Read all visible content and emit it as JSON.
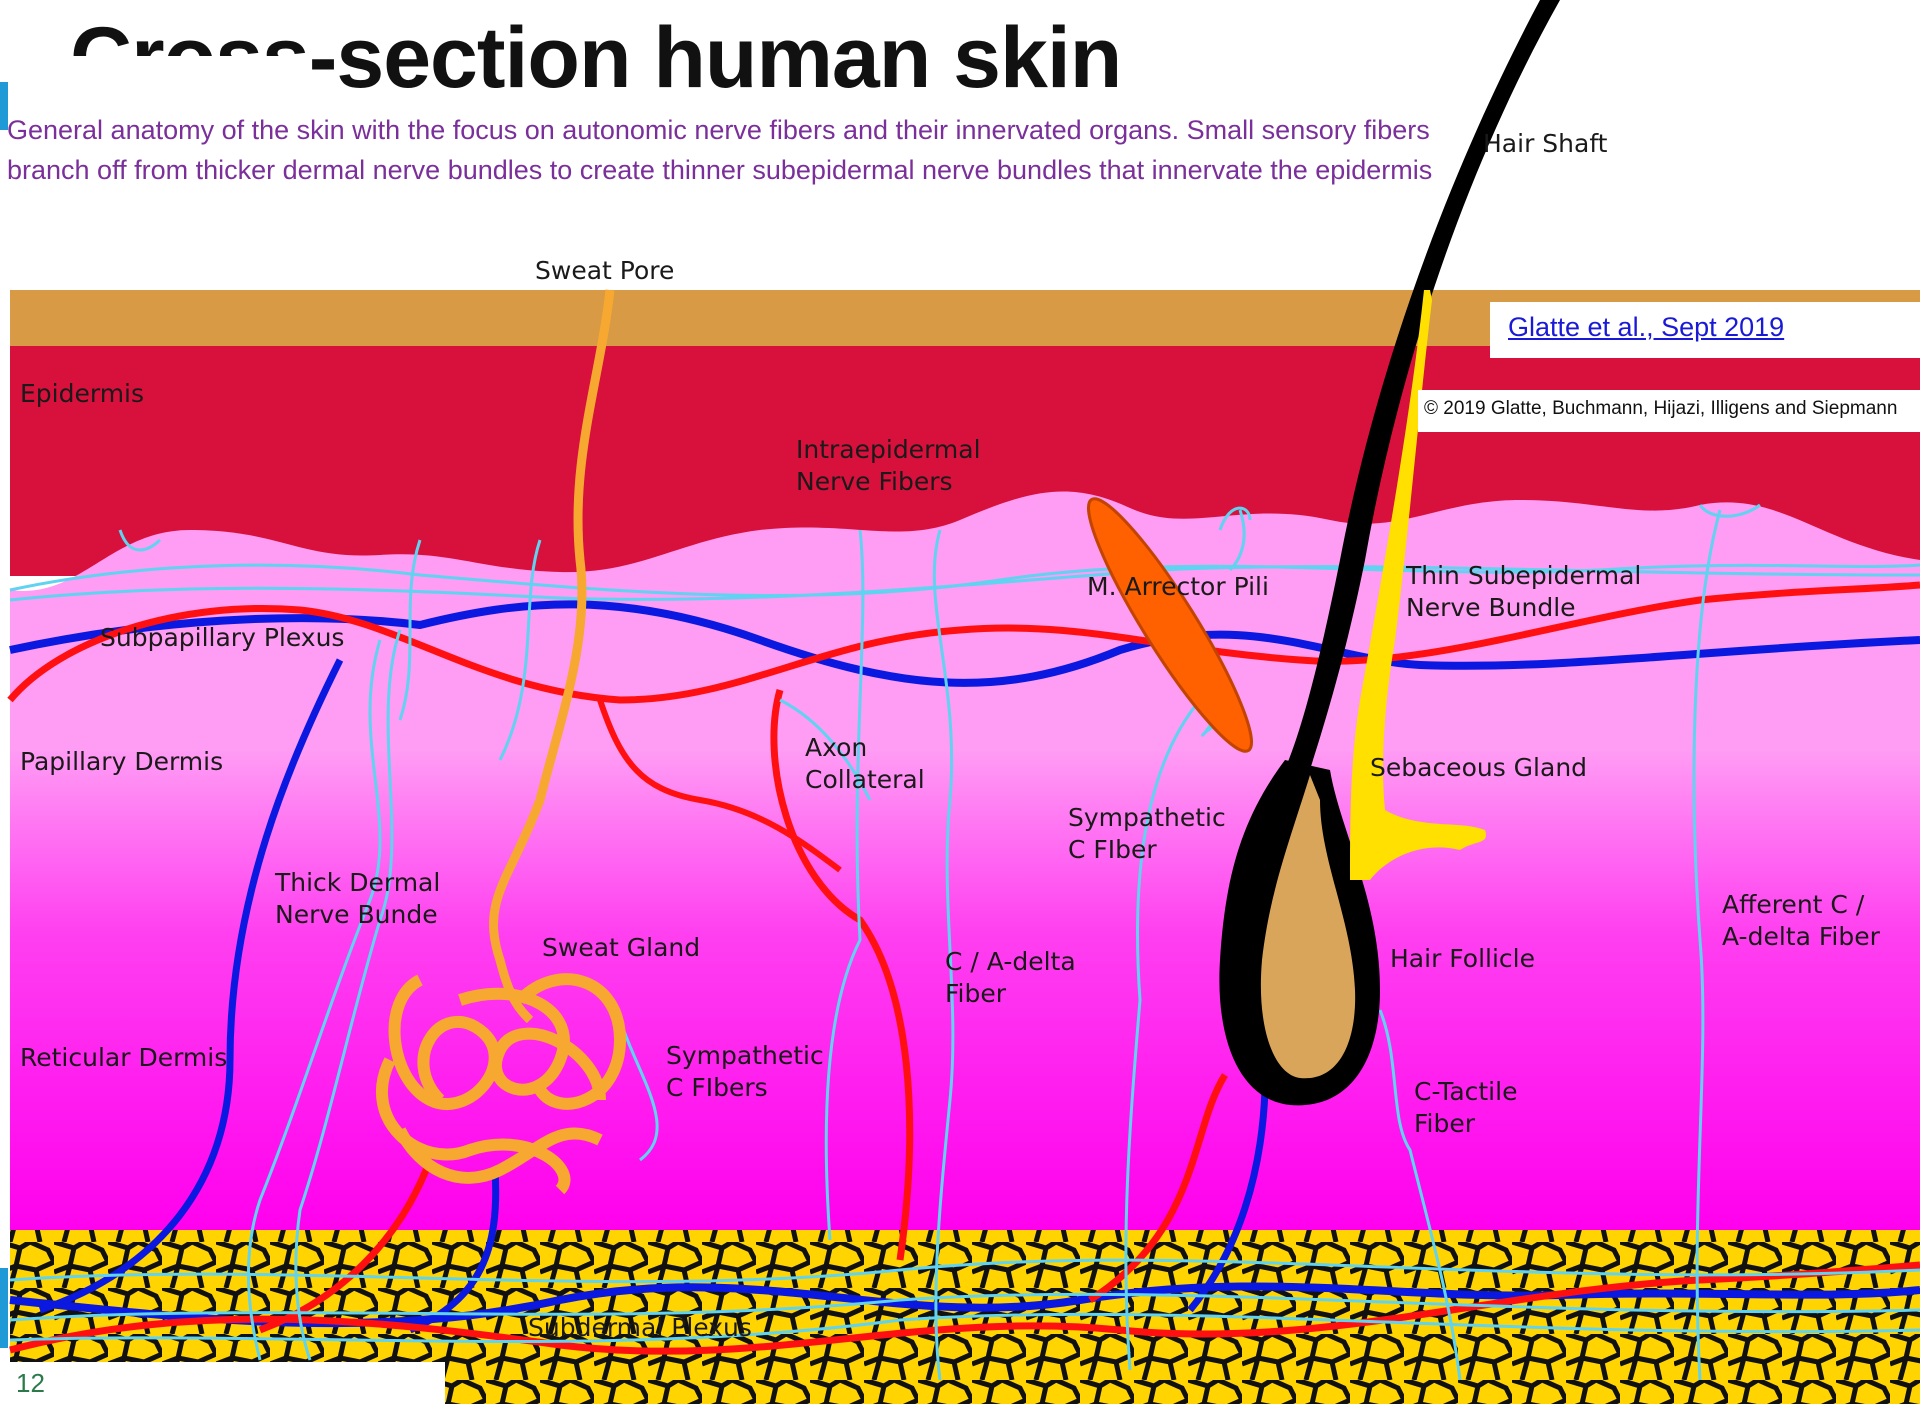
{
  "slide": {
    "title": "Cross-section human skin",
    "caption": "General anatomy of the skin with the focus on autonomic nerve fibers and their innervated organs. Small sensory fibers branch off from thicker dermal nerve bundles to create thinner subepidermal nerve bundles that innervate the epidermis",
    "page_number": "12"
  },
  "figure": {
    "citation_link": "Glatte et al., Sept 2019",
    "copyright": "© 2019 Glatte, Buchmann, Hijazi, Illigens and Siepmann",
    "labels": {
      "hair_shaft": "Hair Shaft",
      "sweat_pore": "Sweat Pore",
      "epidermis": "Epidermis",
      "intraepidermal_1": "Intraepidermal",
      "intraepidermal_2": "Nerve Fibers",
      "arrector_pili": "M. Arrector Pili",
      "thin_bundle_1": "Thin Subepidermal",
      "thin_bundle_2": "Nerve Bundle",
      "subpapillary_plexus": "Subpapillary Plexus",
      "papillary_dermis": "Papillary Dermis",
      "axon_collateral_1": "Axon",
      "axon_collateral_2": "Collateral",
      "sebaceous_gland": "Sebaceous Gland",
      "sympathetic_c_fiber_1": "Sympathetic",
      "sympathetic_c_fiber_2": "C FIber",
      "thick_bundle_1": "Thick Dermal",
      "thick_bundle_2": "Nerve Bunde",
      "sweat_gland": "Sweat Gland",
      "c_adelta_1": "C / A-delta",
      "c_adelta_2": "Fiber",
      "hair_follicle": "Hair Follicle",
      "afferent_1": "Afferent C /",
      "afferent_2": "A-delta Fiber",
      "reticular_dermis": "Reticular Dermis",
      "sympathetic_c_fibers_1": "Sympathetic",
      "sympathetic_c_fibers_2": "C FIbers",
      "c_tactile_1": "C-Tactile",
      "c_tactile_2": "Fiber",
      "subdermal_plexus": "Subdermal Plexus"
    }
  },
  "colors": {
    "stratum": "#d99a45",
    "epidermis": "#d8103c",
    "papillary": "#ff9cf4",
    "reticular": "#ff00ee",
    "subcutis": "#ffd400",
    "artery": "#ff1010",
    "vein": "#0a18e0",
    "nerve": "#5fd3f0",
    "sweat": "#f7a830",
    "hair": "#000000",
    "follicle": "#d8a55a",
    "sebaceous": "#ffe000",
    "arrector": "#ff6000"
  }
}
